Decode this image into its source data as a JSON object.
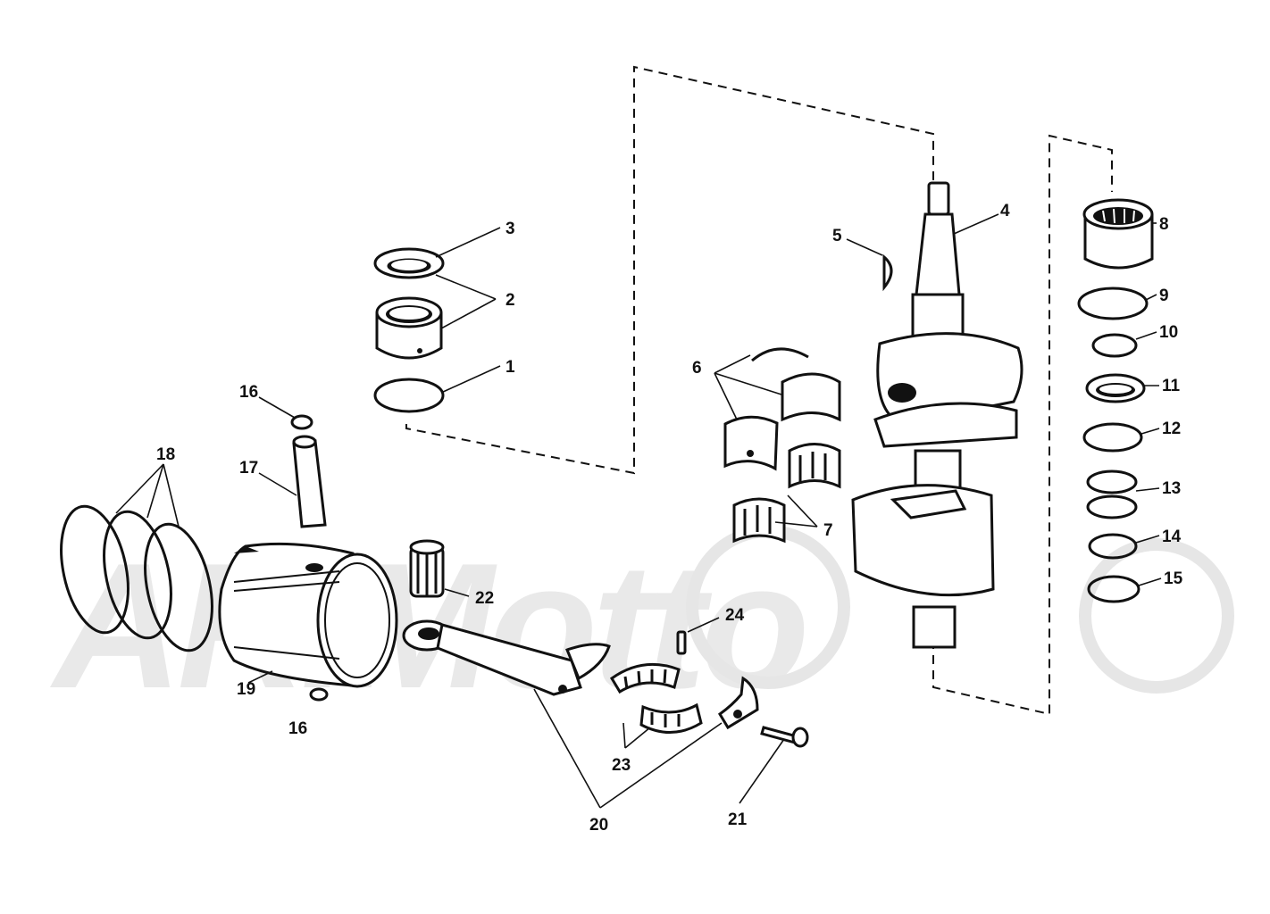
{
  "watermark": {
    "text": "ARIMotto"
  },
  "callouts": {
    "c1": "1",
    "c2": "2",
    "c3": "3",
    "c4": "4",
    "c5": "5",
    "c6": "6",
    "c7": "7",
    "c8": "8",
    "c9": "9",
    "c10": "10",
    "c11": "11",
    "c12": "12",
    "c13": "13",
    "c14": "14",
    "c15": "15",
    "c16a": "16",
    "c16b": "16",
    "c17": "17",
    "c18": "18",
    "c19": "19",
    "c20": "20",
    "c21": "21",
    "c22": "22",
    "c23": "23",
    "c24": "24"
  },
  "colors": {
    "ink": "#111111",
    "background": "#ffffff",
    "watermark": "#e9e9e9"
  }
}
